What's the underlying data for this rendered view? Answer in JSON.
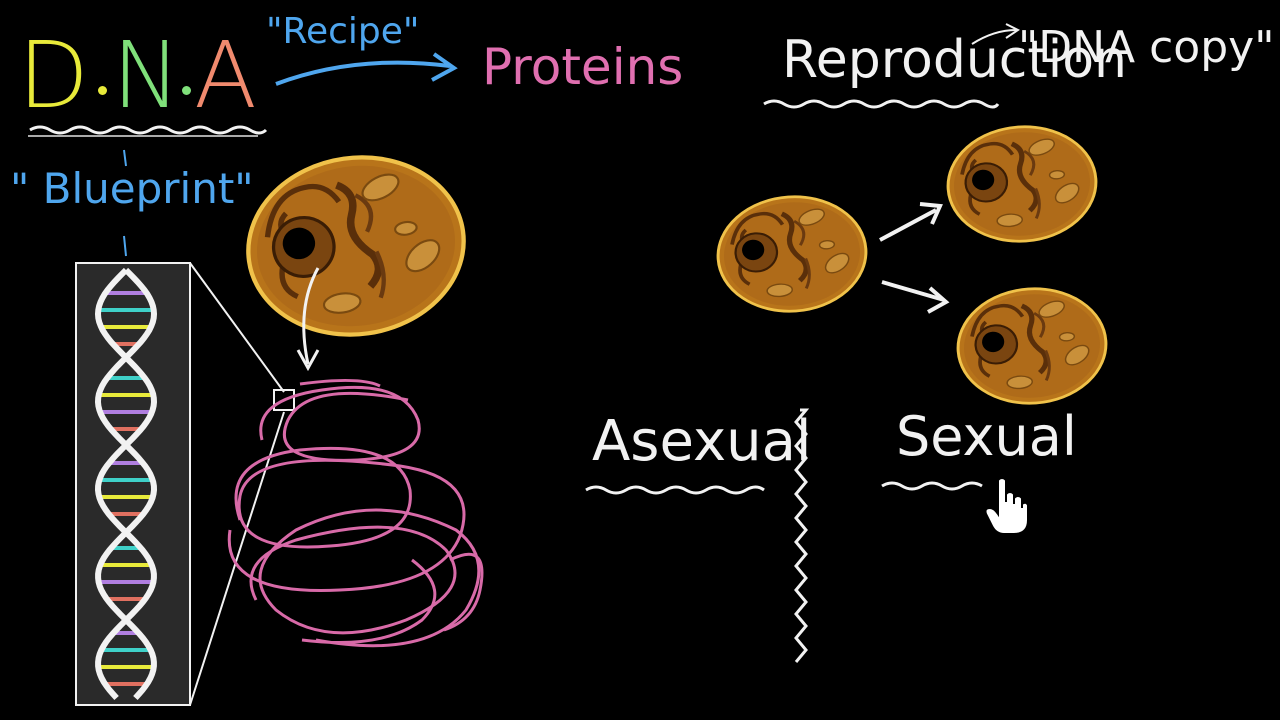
{
  "board": {
    "title_letters": [
      "D",
      "N",
      "A"
    ],
    "recipe": "\"Recipe\"",
    "proteins": "Proteins",
    "blueprint": "\" Blueprint\"",
    "reproduction": "Reproduction",
    "dna_copy": "\"DNA copy\"",
    "asexual": "Asexual",
    "sexual": "Sexual"
  },
  "icons": {
    "cursor": "hand-pointer-icon",
    "cell": "cell-icon",
    "helix": "dna-helix-icon"
  },
  "colors": {
    "background": "#000000",
    "d_letter": "#e8ea3a",
    "n_letter": "#7fe07a",
    "a_letter": "#f08a6e",
    "blue_text": "#4fa6ee",
    "pink_text": "#e06fb0",
    "chalk": "#f2f2f2",
    "cell_fill": "#b8741a",
    "cell_rim": "#f0c24a",
    "chromatin": "#d86aa8"
  }
}
